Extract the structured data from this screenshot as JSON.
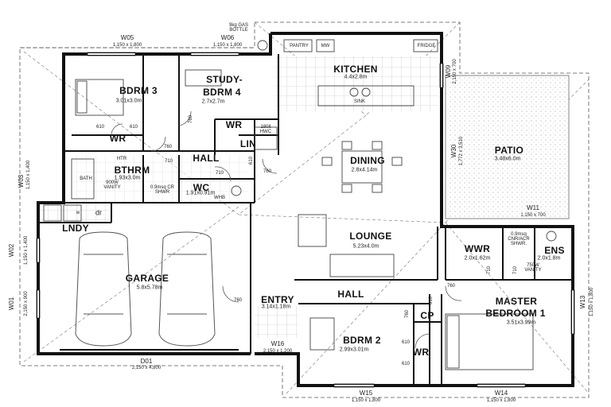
{
  "rooms": {
    "bdrm3": {
      "name": "BDRM 3",
      "size": "3.01x3.0m"
    },
    "study": {
      "name": "STUDY-",
      "name2": "BDRM 4",
      "size": "2.7x2.7m"
    },
    "kitchen": {
      "name": "KITCHEN",
      "size": "4.4x2.8m"
    },
    "dining": {
      "name": "DINING",
      "size": "2.8x4.14m"
    },
    "patio": {
      "name": "PATIO",
      "size": "3.48x6.0m"
    },
    "lounge": {
      "name": "LOUNGE",
      "size": "5.23x4.0m"
    },
    "garage": {
      "name": "GARAGE",
      "size": "5.8x5.78m"
    },
    "bthrm": {
      "name": "BTHRM",
      "size": "1.93x3.0m"
    },
    "wc": {
      "name": "WC",
      "size": "1.91x0.91m"
    },
    "lndy": {
      "name": "LNDY"
    },
    "hall_top": {
      "name": "HALL"
    },
    "hall_bottom": {
      "name": "HALL"
    },
    "entry": {
      "name": "ENTRY",
      "size": "3.14x1.18m"
    },
    "bdrm2": {
      "name": "BDRM 2",
      "size": "2.99x3.01m"
    },
    "master": {
      "name": "MASTER",
      "name2": "BEDROOM 1",
      "size": "3.51x3.99m"
    },
    "wwr": {
      "name": "WWR",
      "size": "2.0x1.62m"
    },
    "ens": {
      "name": "ENS",
      "size": "2.0x1.8m"
    },
    "cp": {
      "name": "CP"
    },
    "wr_bdrm3": {
      "name": "WR"
    },
    "wr_study": {
      "name": "WR"
    },
    "wr_bdrm2": {
      "name": "WR"
    },
    "lin": {
      "name": "LIN"
    }
  },
  "fixtures": {
    "pantry": "PANTRY",
    "mw": "MW",
    "fridge": "FRIDGE",
    "sink": "SINK",
    "bath": "BATH",
    "htr": "HTR",
    "vanity": "900W VANITY",
    "shwr_bthrm": "0.9msq CR SHWR",
    "shwr_ens": "0.9msq CNR/ACR SHWR.",
    "vanity_ens": "750W VANITY",
    "whb": "WHB",
    "hwc": "180lt HWC",
    "w": "w",
    "dr": "dr",
    "gas_bottle": "9kg GAS BOTTLE"
  },
  "windows": [
    {
      "id": "W05",
      "size": "1,150 x 1,800"
    },
    {
      "id": "W06",
      "size": "1,150 x 1,800"
    },
    {
      "id": "W09",
      "size": "2,150 x 700"
    },
    {
      "id": "W30",
      "size": "1,772 x 3,510"
    },
    {
      "id": "W11",
      "size": "1,150 x 700"
    },
    {
      "id": "W03",
      "size": "1,150 x 1,400"
    },
    {
      "id": "W02",
      "size": "1,150 x 1,400"
    },
    {
      "id": "W01",
      "size": "2,150 x 900"
    },
    {
      "id": "W13",
      "size": "1,150 x 1,800"
    },
    {
      "id": "D01",
      "size": "2,150 x 4,800"
    },
    {
      "id": "W16",
      "size": "2,150 x 1,200"
    },
    {
      "id": "W15",
      "size": "1,150 x 1,800"
    },
    {
      "id": "W14",
      "size": "1,150 x 1,800"
    }
  ],
  "door_sizes": {
    "d610": "610",
    "d710": "710",
    "d760": "760"
  }
}
